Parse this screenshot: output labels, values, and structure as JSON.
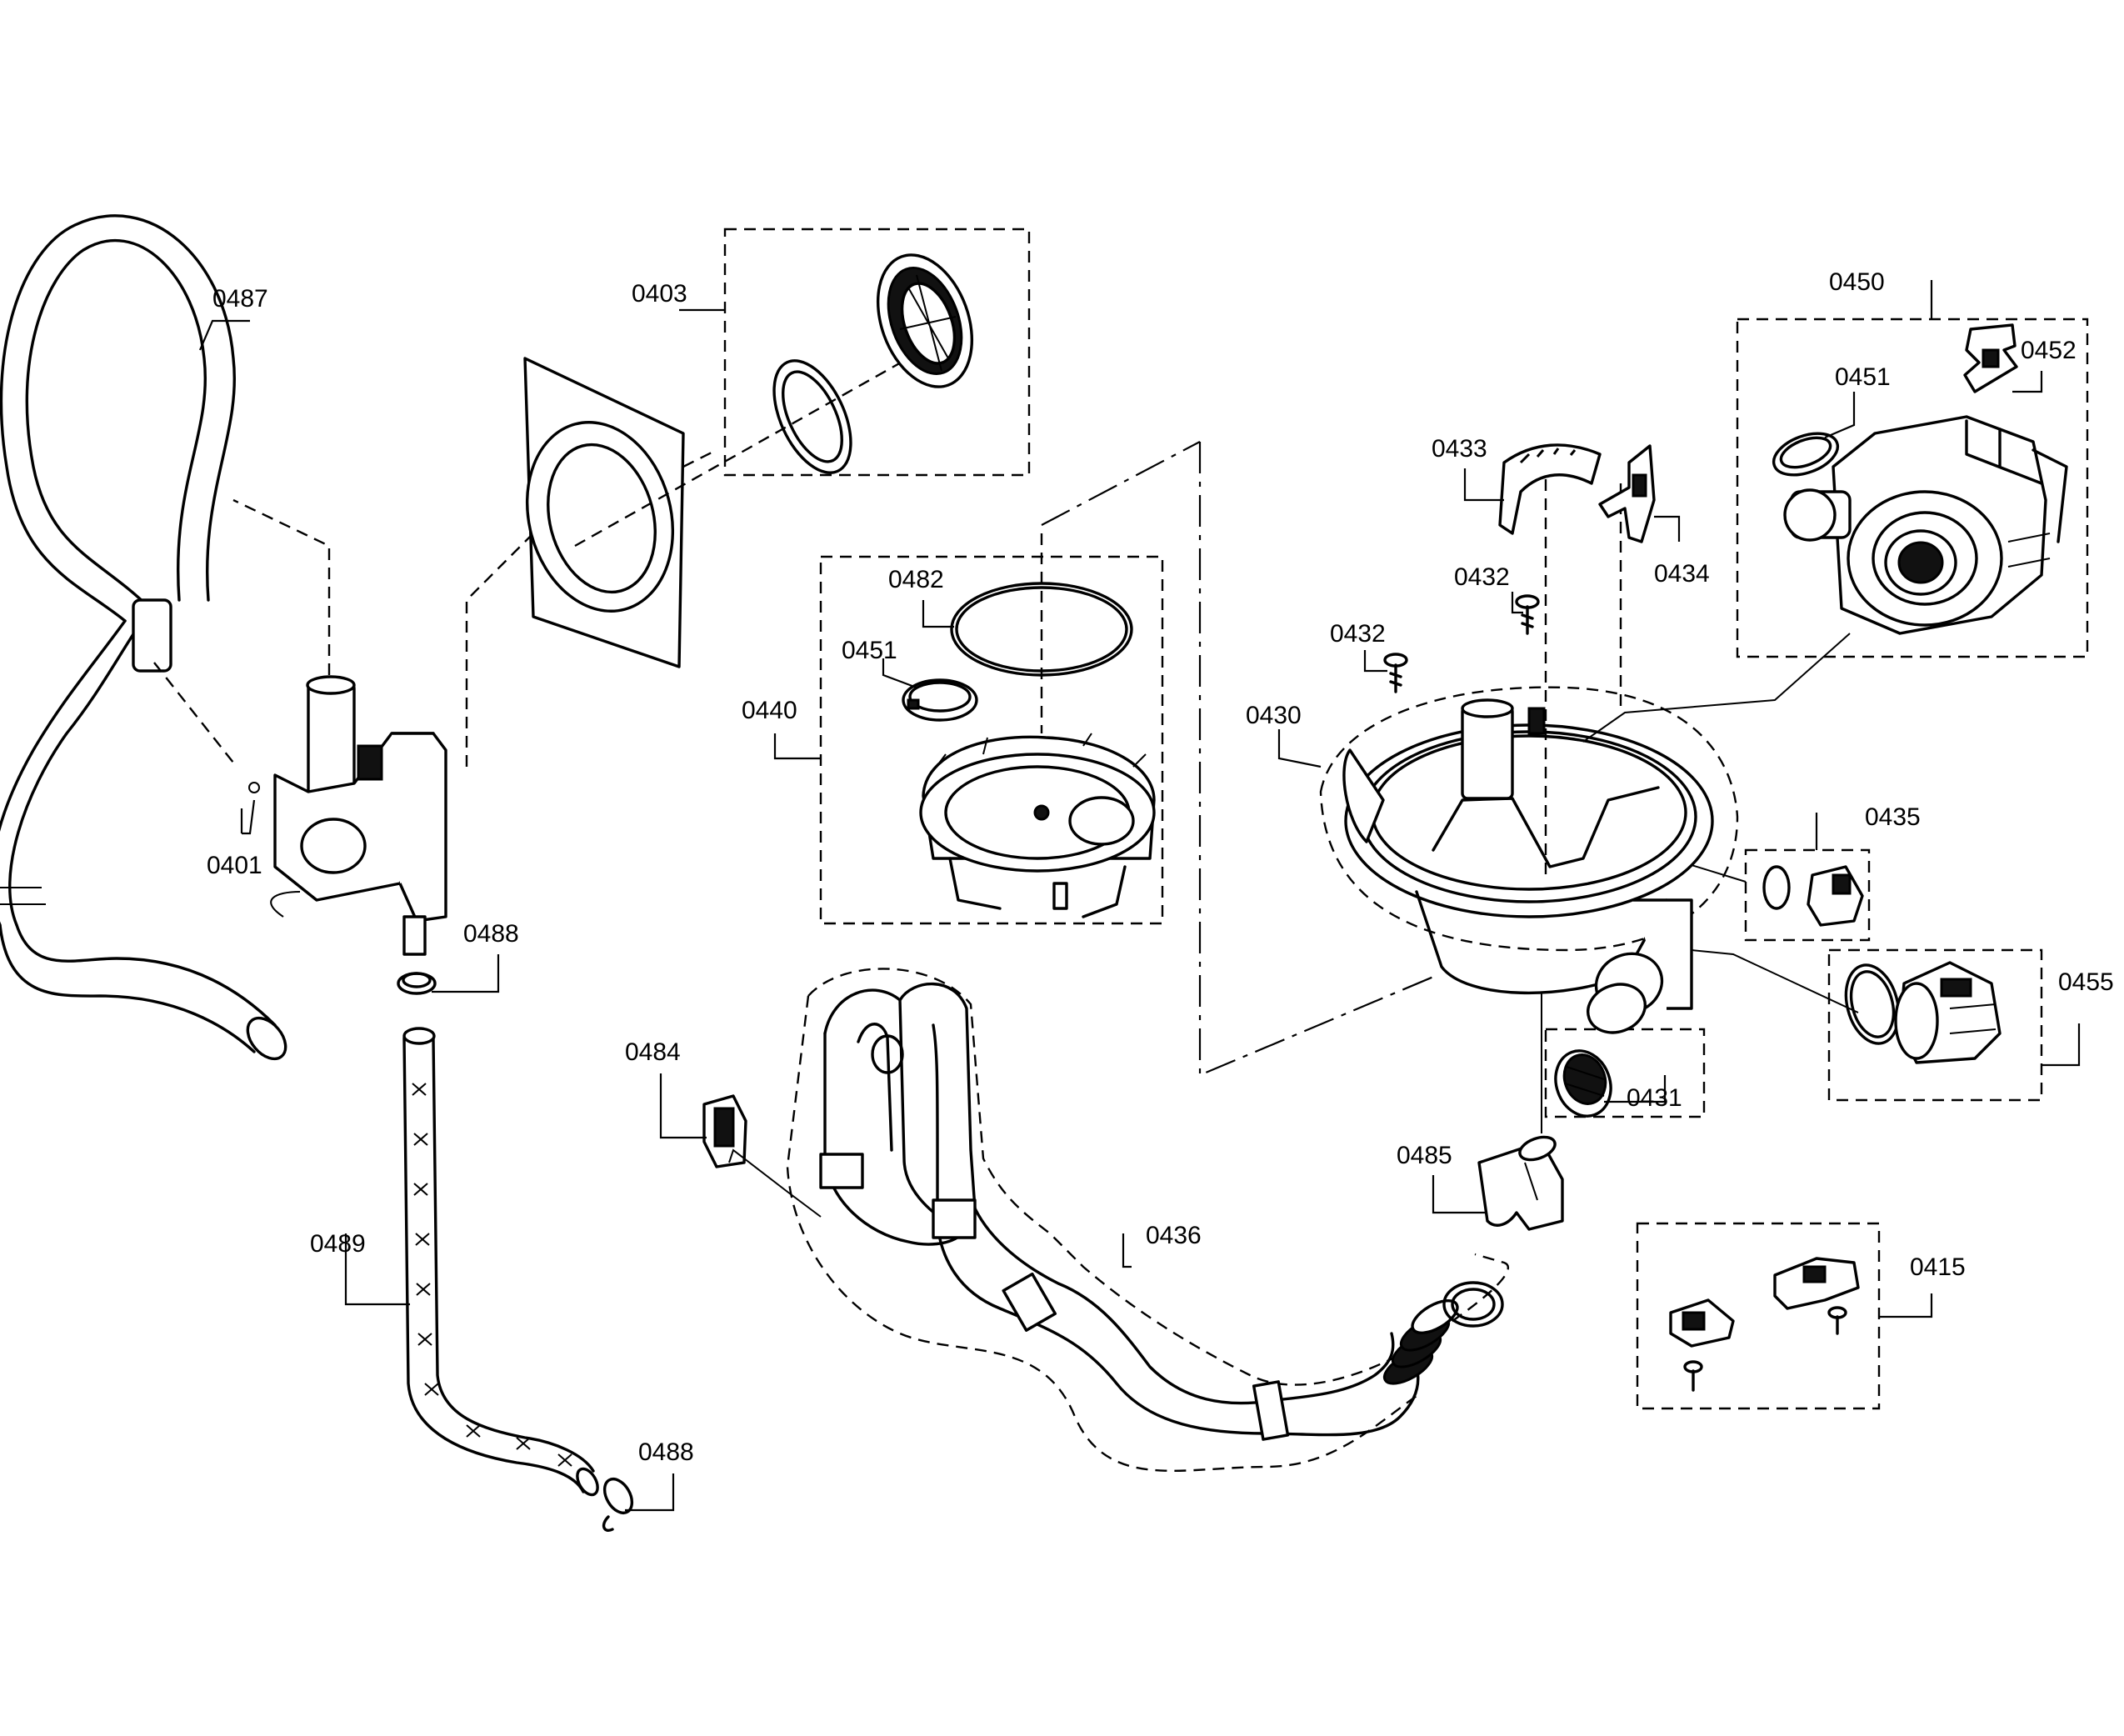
{
  "callouts": {
    "c0487": "0487",
    "c0403": "0403",
    "c0401": "0401",
    "c0488a": "0488",
    "c0488b": "0488",
    "c0489": "0489",
    "c0482": "0482",
    "c0451a": "0451",
    "c0440": "0440",
    "c0484": "0484",
    "c0436": "0436",
    "c0485": "0485",
    "c0433": "0433",
    "c0434": "0434",
    "c0432a": "0432",
    "c0432b": "0432",
    "c0430": "0430",
    "c0431": "0431",
    "c0450": "0450",
    "c0451b": "0451",
    "c0452": "0452",
    "c0435": "0435",
    "c0455": "0455",
    "c0415": "0415"
  }
}
